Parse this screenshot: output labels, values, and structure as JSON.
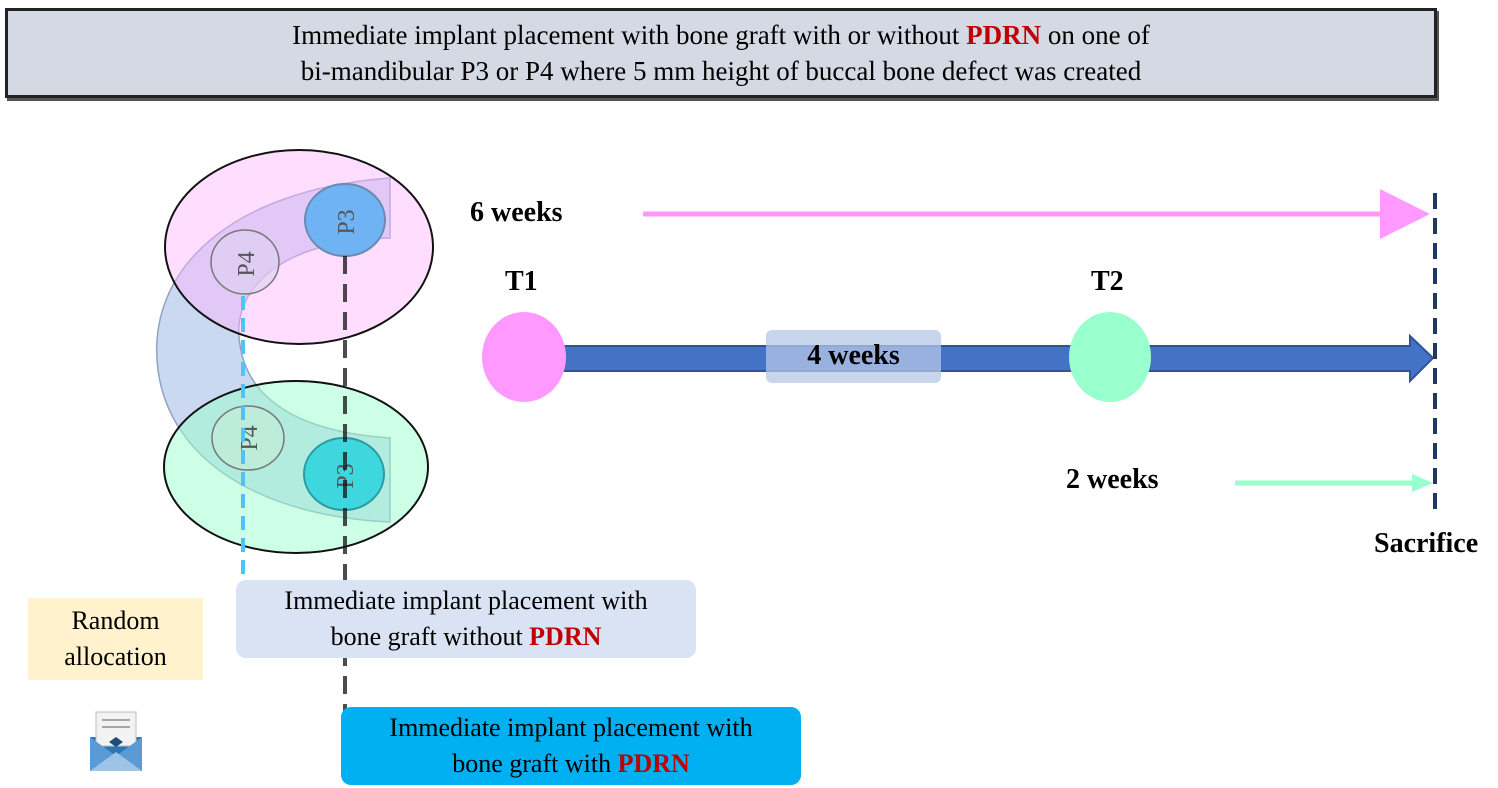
{
  "banner": {
    "line1_pre": "Immediate implant placement with bone graft with or without",
    "line1_highlight": "PDRN",
    "line1_post": "on one of",
    "line2": "bi-mandibular P3 or P4 where 5 mm height of buccal bone defect was created"
  },
  "teeth": {
    "upper_p3": "P3",
    "upper_p4": "P4",
    "lower_p4": "P4",
    "lower_p3": "P3"
  },
  "timeline": {
    "six_weeks": "6 weeks",
    "t1": "T1",
    "t2": "T2",
    "four_weeks": "4 weeks",
    "two_weeks": "2 weeks",
    "sacrifice": "Sacrifice"
  },
  "random_allocation": {
    "line1": "Random",
    "line2": "allocation"
  },
  "group_without": {
    "line1": "Immediate implant placement with",
    "line2_pre": "bone graft without",
    "line2_highlight": "PDRN"
  },
  "group_with": {
    "line1": "Immediate implant placement with",
    "line2_pre": "bone graft with",
    "line2_highlight": "PDRN"
  },
  "colors": {
    "pink": "#ff99ff",
    "mint": "#99ffcc",
    "blue_arrow": "#4472c4",
    "cyan_box": "#00b0f0",
    "light_box": "#dae3f3",
    "beige_box": "#fff2cc",
    "highlight_red": "#c00000"
  }
}
